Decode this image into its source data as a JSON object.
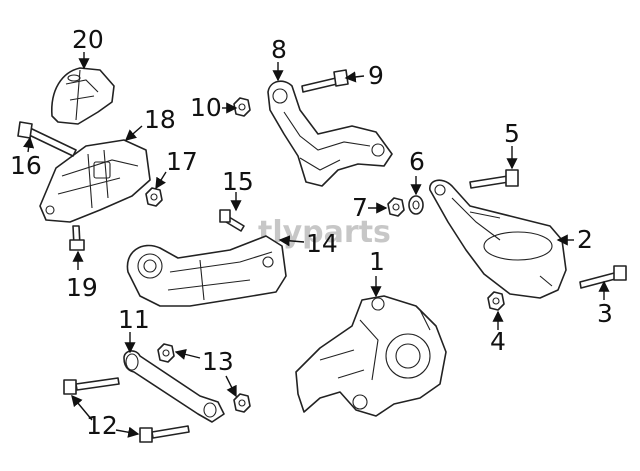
{
  "diagram": {
    "watermark": "tlyparts",
    "callouts": [
      {
        "id": "c1",
        "label": "1"
      },
      {
        "id": "c2",
        "label": "2"
      },
      {
        "id": "c3",
        "label": "3"
      },
      {
        "id": "c4",
        "label": "4"
      },
      {
        "id": "c5",
        "label": "5"
      },
      {
        "id": "c6",
        "label": "6"
      },
      {
        "id": "c7",
        "label": "7"
      },
      {
        "id": "c8",
        "label": "8"
      },
      {
        "id": "c9",
        "label": "9"
      },
      {
        "id": "c10",
        "label": "10"
      },
      {
        "id": "c11",
        "label": "11"
      },
      {
        "id": "c12",
        "label": "12"
      },
      {
        "id": "c13",
        "label": "13"
      },
      {
        "id": "c14",
        "label": "14"
      },
      {
        "id": "c15",
        "label": "15"
      },
      {
        "id": "c16",
        "label": "16"
      },
      {
        "id": "c17",
        "label": "17"
      },
      {
        "id": "c18",
        "label": "18"
      },
      {
        "id": "c19",
        "label": "19"
      },
      {
        "id": "c20",
        "label": "20"
      }
    ]
  }
}
